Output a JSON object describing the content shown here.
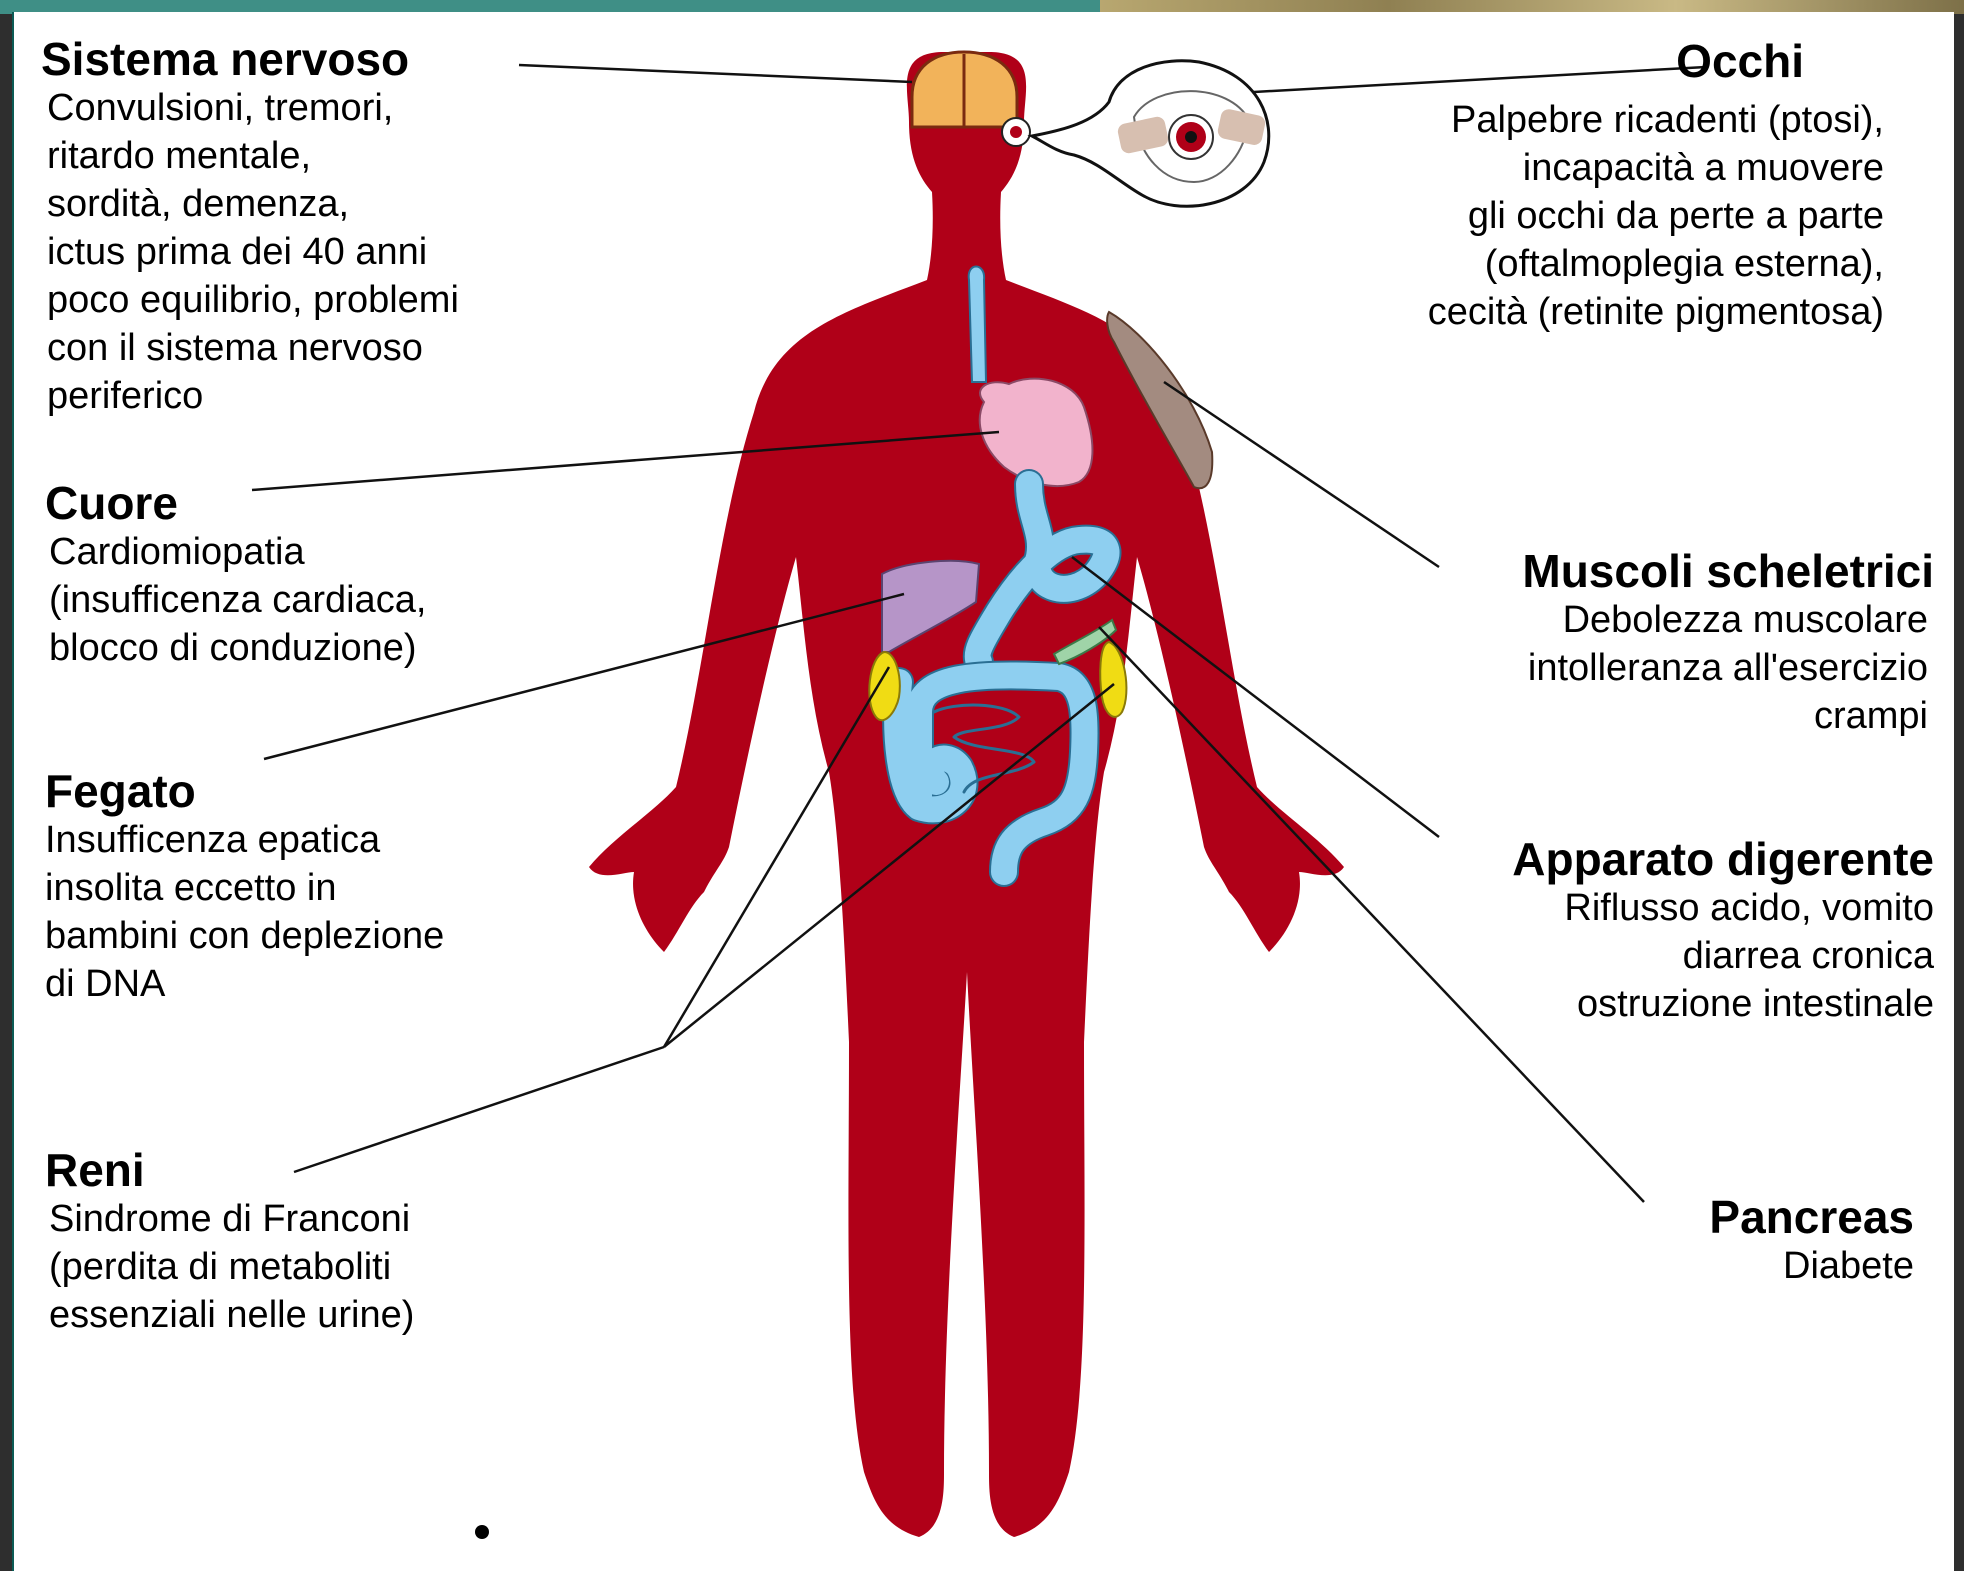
{
  "labels": {
    "sistema_nervoso": {
      "title": "Sistema nervoso",
      "lines": [
        "Convulsioni, tremori,",
        "ritardo mentale,",
        "sordità, demenza,",
        "ictus prima dei 40 anni",
        "poco equilibrio, problemi",
        "con il sistema nervoso",
        "periferico"
      ]
    },
    "cuore": {
      "title": "Cuore",
      "lines": [
        "Cardiomiopatia",
        "(insufficenza cardiaca,",
        "blocco di conduzione)"
      ]
    },
    "fegato": {
      "title": "Fegato",
      "lines": [
        "Insufficenza epatica",
        "insolita eccetto in",
        "bambini con deplezione",
        "di DNA"
      ]
    },
    "reni": {
      "title": "Reni",
      "lines": [
        "Sindrome di Franconi",
        "(perdita di metaboliti",
        "essenziali nelle urine)"
      ]
    },
    "occhi": {
      "title": "Occhi",
      "lines": [
        "Palpebre ricadenti (ptosi),",
        "incapacità a muovere",
        "gli occhi da perte a parte",
        "(oftalmoplegia esterna),",
        "cecità (retinite pigmentosa)"
      ]
    },
    "muscoli": {
      "title": "Muscoli scheletrici",
      "lines": [
        "Debolezza muscolare",
        "intolleranza all'esercizio",
        "crampi"
      ]
    },
    "apparato": {
      "title": "Apparato digerente",
      "lines": [
        "Riflusso acido, vomito",
        "diarrea cronica",
        "ostruzione intestinale"
      ]
    },
    "pancreas": {
      "title": "Pancreas",
      "lines": [
        "Diabete"
      ]
    }
  },
  "colors": {
    "body": "#b00018",
    "brain": "#f2b35a",
    "heart": "#f2b3cc",
    "liver": "#b695c8",
    "gut": "#8ecff0",
    "kidney": "#f0dc14",
    "muscle": "#a38b80",
    "leader_line": "#111111"
  }
}
